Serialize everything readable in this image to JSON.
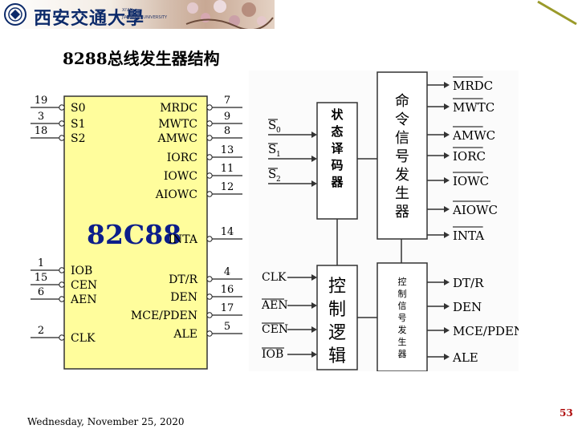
{
  "header": {
    "school_name": "西安交通大學",
    "school_name_en_line1": "XI'AN",
    "school_name_en_line2": "JIAOTONG UNIVERSITY"
  },
  "title": "8288总线发生器结构",
  "footer": {
    "date": "Wednesday, November 25, 2020",
    "page": "53"
  },
  "colors": {
    "chip_fill": "#fffd9c",
    "accent_line": "#9a9a2a",
    "page_number": "#b01010",
    "brand": "#0c2a6a"
  },
  "chip": {
    "name": "82C88",
    "left_pins": [
      {
        "num": "19",
        "label": "S0"
      },
      {
        "num": "3",
        "label": "S1"
      },
      {
        "num": "18",
        "label": "S2"
      },
      {
        "num": "1",
        "label": "IOB"
      },
      {
        "num": "15",
        "label": "CEN"
      },
      {
        "num": "6",
        "label": "AEN"
      },
      {
        "num": "2",
        "label": "CLK"
      }
    ],
    "right_pins": [
      {
        "num": "7",
        "label": "MRDC"
      },
      {
        "num": "9",
        "label": "MWTC"
      },
      {
        "num": "8",
        "label": "AMWC"
      },
      {
        "num": "13",
        "label": "IORC"
      },
      {
        "num": "11",
        "label": "IOWC"
      },
      {
        "num": "12",
        "label": "AIOWC"
      },
      {
        "num": "14",
        "label": "INTA"
      },
      {
        "num": "4",
        "label": "DT/R"
      },
      {
        "num": "16",
        "label": "DEN"
      },
      {
        "num": "17",
        "label": "MCE/PDEN"
      },
      {
        "num": "5",
        "label": "ALE"
      }
    ]
  },
  "block": {
    "status_inputs": [
      "S",
      "S",
      "S"
    ],
    "status_subscripts": [
      "0",
      "1",
      "2"
    ],
    "decoder_label": [
      "状",
      "态",
      "译",
      "码",
      "器"
    ],
    "command_label": [
      "命",
      "令",
      "信",
      "号",
      "发",
      "生",
      "器"
    ],
    "command_outputs": [
      "MRDC",
      "MWTC",
      "AMWC",
      "IORC",
      "IOWC",
      "AIOWC",
      "INTA"
    ],
    "control_inputs": [
      "CLK",
      "AEN",
      "CEN",
      "IOB"
    ],
    "logic_label": [
      "控",
      "制",
      "逻",
      "辑"
    ],
    "control_gen_label": [
      "控",
      "制",
      "信",
      "号",
      "发",
      "生",
      "器"
    ],
    "control_outputs": [
      "DT/R",
      "DEN",
      "MCE/PDEN",
      "ALE"
    ]
  }
}
